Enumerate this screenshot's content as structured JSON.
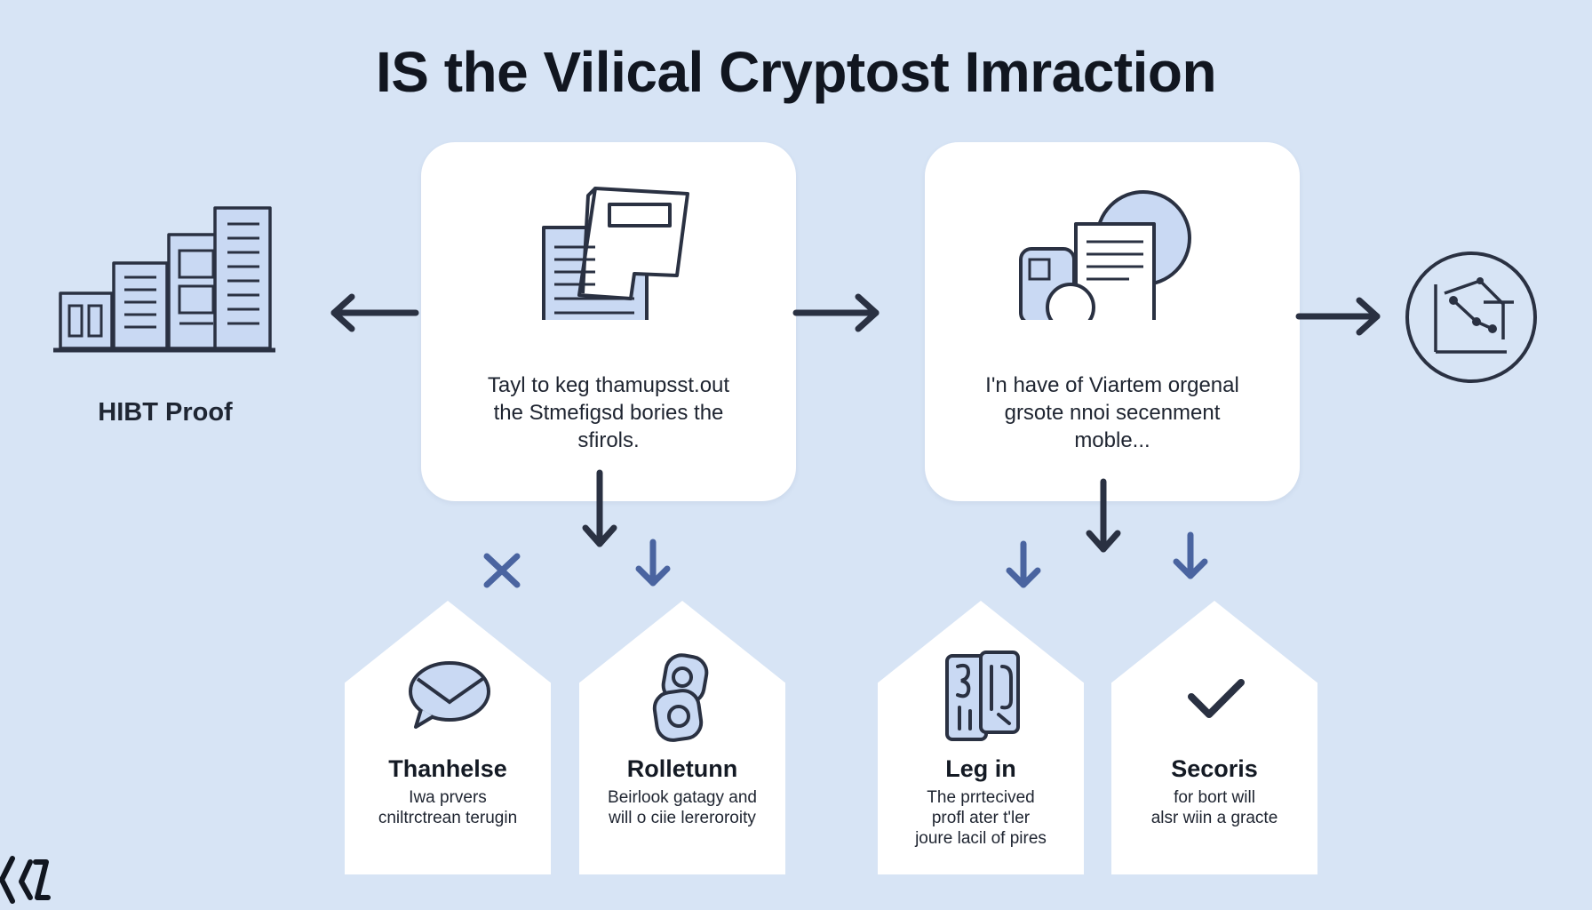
{
  "title": "IS the Vilical Cryptost Imraction",
  "left_node": {
    "label": "HIBT Proof"
  },
  "card_left": {
    "lines": [
      "Tayl to keg thamupsst.out",
      "the Stmefigsd bories the",
      "sfirols."
    ]
  },
  "card_right": {
    "lines": [
      "I'n have of Viartem orgenal",
      "grsote nnoi secenment",
      "moble..."
    ]
  },
  "houses": [
    {
      "title": "Thanhelse",
      "lines": [
        "Iwa prvers",
        "cniltrctrean terugin"
      ]
    },
    {
      "title": "Rolletunn",
      "lines": [
        "Beirlook gatagy and",
        "will o ciie lereroroity"
      ]
    },
    {
      "title": "Leg in",
      "lines": [
        "The prrtecived",
        "profl ater t'ler",
        "joure lacil of pires"
      ]
    },
    {
      "title": "Secoris",
      "lines": [
        "for bort will",
        "alsr wiin a gracte"
      ]
    }
  ],
  "colors": {
    "background": "#d7e4f5",
    "card": "#ffffff",
    "arrow_dark": "#2a3142",
    "arrow_blue": "#4a64a0",
    "icon_fill": "#c9d9f3",
    "icon_stroke": "#2a3142"
  },
  "icons": [
    "building-chart-icon",
    "document-stack-icon",
    "document-globe-icon",
    "graph-circle-icon",
    "envelope-icon",
    "chain-link-icon",
    "numbered-panel-icon",
    "checkmark-icon",
    "x-mark-icon"
  ]
}
